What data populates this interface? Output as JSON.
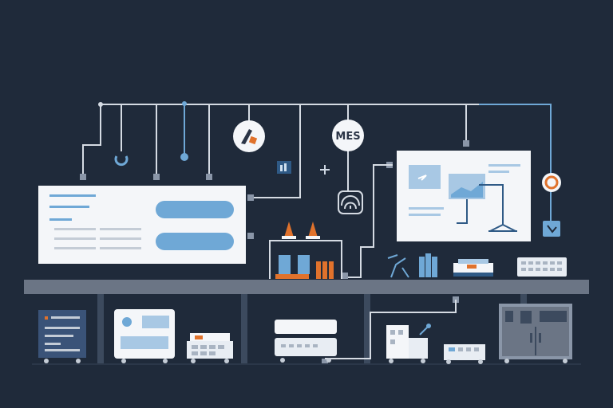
{
  "mes_badge": {
    "label": "MES"
  },
  "colors": {
    "background": "#1f2a3a",
    "wire": "#d5dbe3",
    "accent_blue": "#6fa8d6",
    "accent_orange": "#e0722c",
    "shelf": "#6b7585",
    "panel": "#f4f6f9"
  },
  "icons": [
    "dashboard-panel",
    "analytics-panel",
    "fingerprint-icon",
    "robot-arm-icon",
    "warning-cone-icon",
    "server-unit",
    "printer-icon",
    "machine-cabinet",
    "drone-icon",
    "gear-icon",
    "pen-tool-icon"
  ]
}
